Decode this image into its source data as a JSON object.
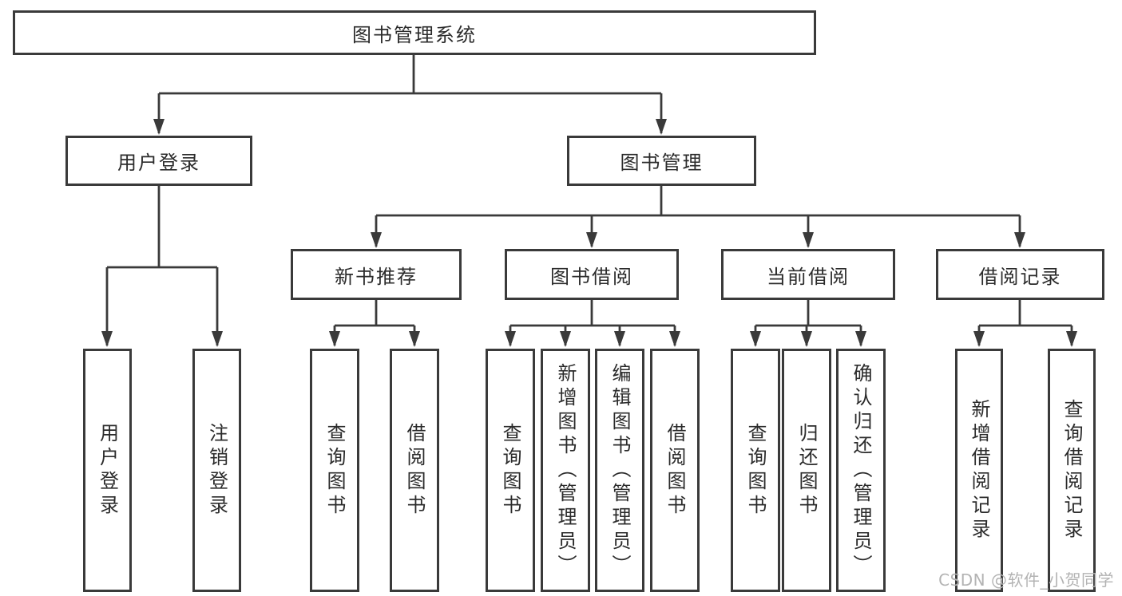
{
  "diagram": {
    "title": "图书管理系统",
    "level2": {
      "user_login": "用户登录",
      "book_management": "图书管理"
    },
    "level3": {
      "new_book_recommend": "新书推荐",
      "book_borrow": "图书借阅",
      "current_borrow": "当前借阅",
      "borrow_records": "借阅记录"
    },
    "leaves": {
      "under_user_login": [
        "用户登录",
        "注销登录"
      ],
      "under_new_book_recommend": [
        "查询图书",
        "借阅图书"
      ],
      "under_book_borrow": [
        "查询图书",
        "新增图书（管理员）",
        "编辑图书（管理员）",
        "借阅图书"
      ],
      "under_current_borrow": [
        "查询图书",
        "归还图书",
        "确认归还（管理员）"
      ],
      "under_borrow_records": [
        "新增借阅记录",
        "查询借阅记录"
      ]
    }
  },
  "watermark": {
    "text": "CSDN @软件_小贺同学"
  },
  "colors": {
    "line": "#3a3a3a",
    "text": "#2b2b2b",
    "watermark": "#b3b3b3",
    "background": "#ffffff"
  }
}
